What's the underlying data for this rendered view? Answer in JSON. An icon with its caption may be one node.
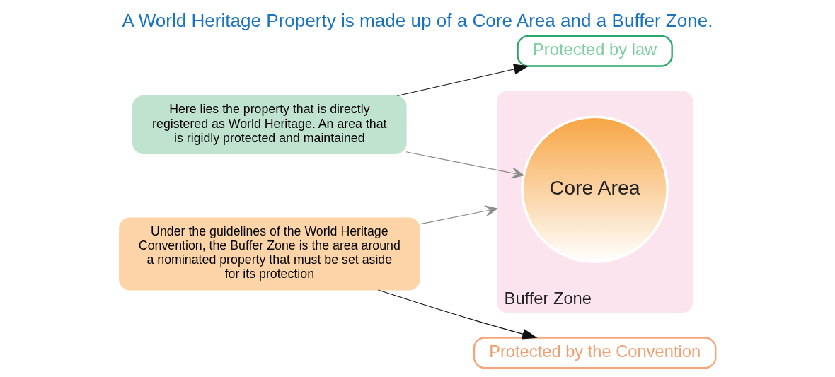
{
  "diagram": {
    "title": "A World Heritage Property is made up of a Core Area and a Buffer Zone.",
    "nodes": [
      {
        "text": [
          "Buffer Zone"
        ]
      },
      {
        "text": [
          "Core Area"
        ],
        "in": 0
      },
      {
        "text": [
          "Here lies the property that is directly registered as World Heritage. An area that is rigidly protected and maintained"
        ]
      },
      {
        "text": [
          "Protected by law"
        ]
      },
      {
        "text": [
          "Under the guidelines of the World Heritage Convention, the Buffer Zone is the area around a nominated property that must be set aside for its protection"
        ]
      },
      {
        "text": [
          "Protected by the Convention"
        ]
      }
    ],
    "edges": [
      {
        "from": 2,
        "to": 1,
        "arrow": "to",
        "color": "#8c8c8c"
      },
      {
        "from": 2,
        "to": 3,
        "arrow": "to",
        "color": "#111111"
      },
      {
        "from": 4,
        "to": 0,
        "arrow": "to",
        "color": "#8c8c8c"
      },
      {
        "from": 4,
        "to": 5,
        "arrow": "to",
        "color": "#111111"
      }
    ]
  }
}
